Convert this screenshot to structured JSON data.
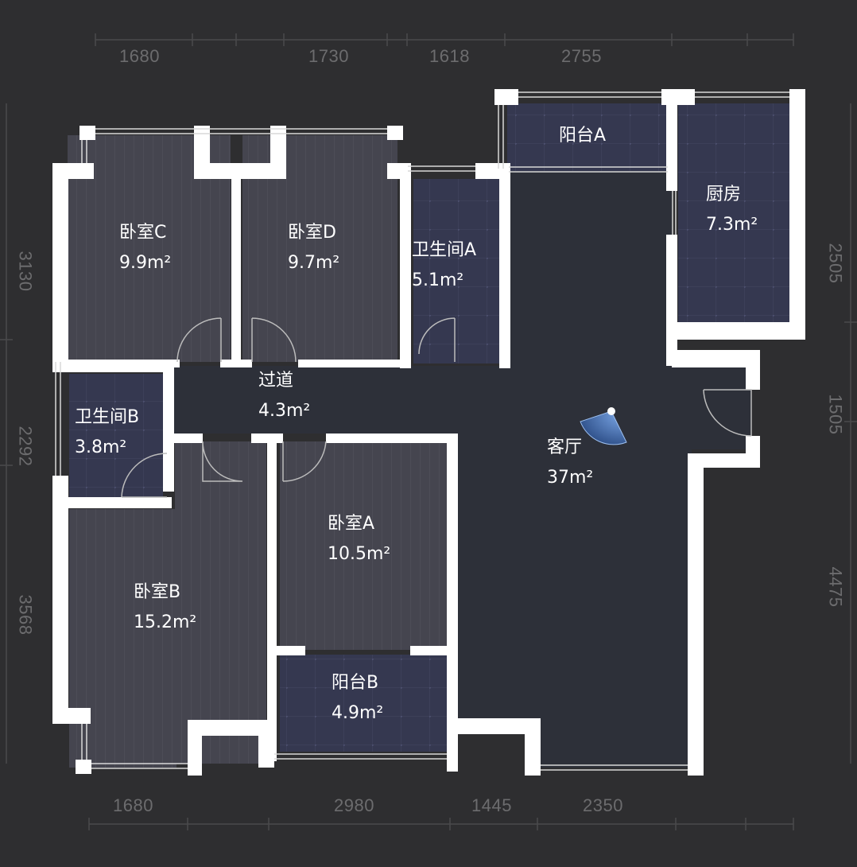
{
  "plan": {
    "colors": {
      "background": "#2e2e30",
      "wall": "#ffffff",
      "wood_floor": "#45454f",
      "tile_floor": "#353850",
      "living_floor": "#2d3039",
      "dimension_text": "#6c6c6e",
      "camera_accent": "#4a78c0"
    },
    "dimensions": {
      "top": [
        "1680",
        "1730",
        "1618",
        "2755"
      ],
      "bottom": [
        "1680",
        "2980",
        "1445",
        "2350"
      ],
      "left": [
        "3130",
        "2292",
        "3568"
      ],
      "right": [
        "2505",
        "1505",
        "4475"
      ]
    },
    "rooms": [
      {
        "id": "bedroom-c",
        "name": "卧室C",
        "area": "9.9",
        "unit": "m²"
      },
      {
        "id": "bedroom-d",
        "name": "卧室D",
        "area": "9.7",
        "unit": "m²"
      },
      {
        "id": "bathroom-a",
        "name": "卫生间A",
        "area": "5.1",
        "unit": "m²"
      },
      {
        "id": "balcony-a",
        "name": "阳台A",
        "area": "",
        "unit": ""
      },
      {
        "id": "kitchen",
        "name": "厨房",
        "area": "7.3",
        "unit": "m²"
      },
      {
        "id": "bathroom-b",
        "name": "卫生间B",
        "area": "3.8",
        "unit": "m²"
      },
      {
        "id": "hallway",
        "name": "过道",
        "area": "4.3",
        "unit": "m²"
      },
      {
        "id": "living-room",
        "name": "客厅",
        "area": "37",
        "unit": "m²"
      },
      {
        "id": "bedroom-a",
        "name": "卧室A",
        "area": "10.5",
        "unit": "m²"
      },
      {
        "id": "bedroom-b",
        "name": "卧室B",
        "area": "15.2",
        "unit": "m²"
      },
      {
        "id": "balcony-b",
        "name": "阳台B",
        "area": "4.9",
        "unit": "m²"
      }
    ],
    "camera": {
      "icon": "camera-viewpoint-icon",
      "room": "客厅"
    }
  }
}
